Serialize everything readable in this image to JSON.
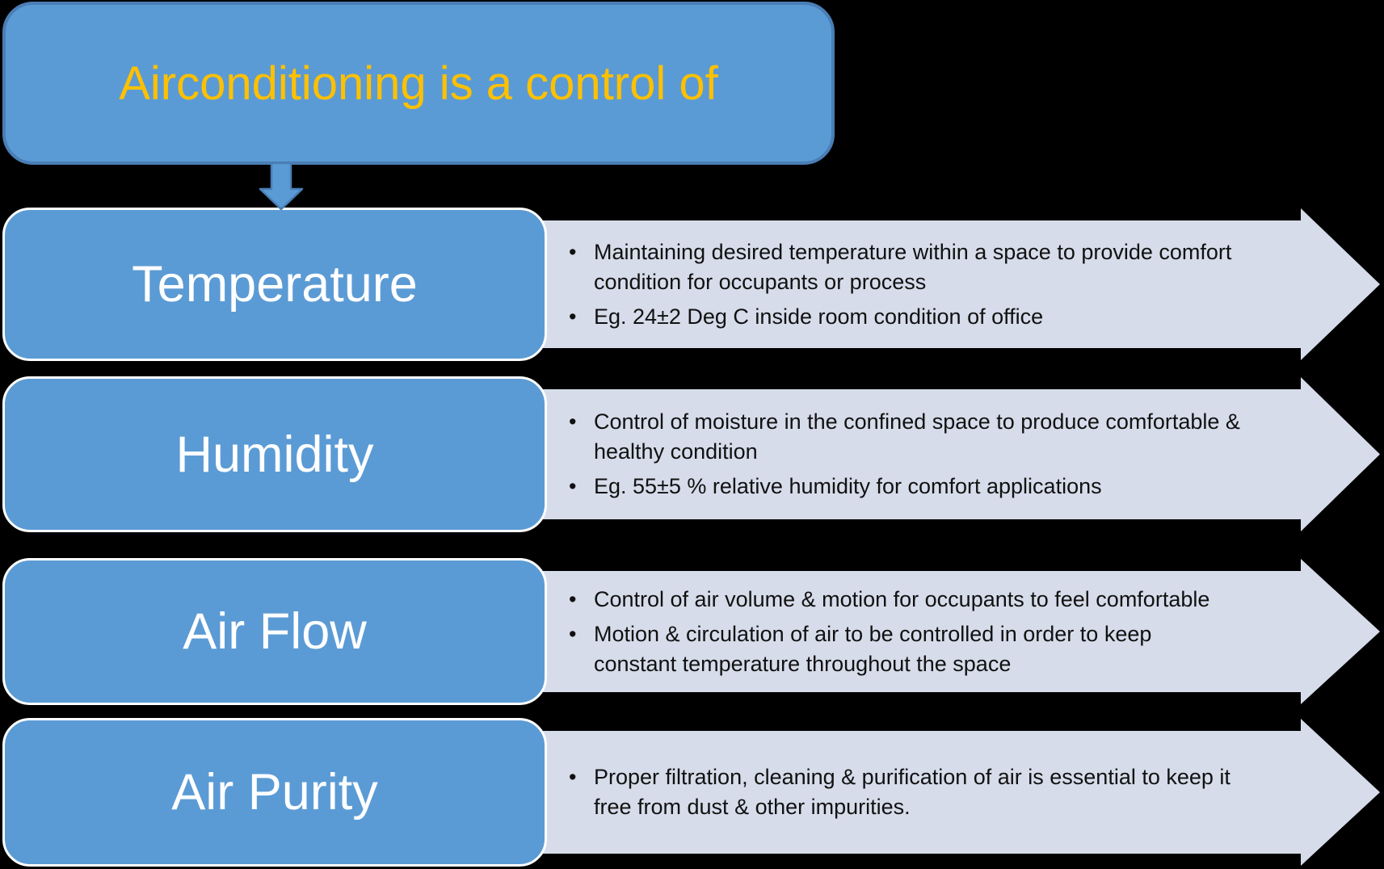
{
  "title": "Airconditioning is a control of",
  "colors": {
    "background": "#000000",
    "box_blue": "#5B9BD5",
    "box_border_dark": "#4A7EB5",
    "box_border_light": "#FFFFFF",
    "arrow_fill": "#D6DCEA",
    "title_text": "#FFC000",
    "heading_text": "#FFFFFF",
    "bullet_text": "#111111"
  },
  "icons": {
    "down_arrow": "down-arrow-icon",
    "right_arrow": "right-arrow-callout"
  },
  "rows": [
    {
      "heading": "Temperature",
      "bullets": [
        "Maintaining desired temperature within a space to provide comfort\ncondition for occupants or process",
        "Eg. 24±2 Deg C inside room condition of office"
      ]
    },
    {
      "heading": "Humidity",
      "bullets": [
        "Control of moisture in the confined space to produce comfortable &\nhealthy condition",
        "Eg. 55±5 % relative humidity for comfort applications"
      ]
    },
    {
      "heading": "Air Flow",
      "bullets": [
        "Control of air volume & motion for occupants to feel comfortable",
        "Motion & circulation of air to be controlled in order to keep\nconstant temperature throughout the space"
      ]
    },
    {
      "heading": "Air Purity",
      "bullets": [
        "Proper filtration, cleaning & purification of air is essential to keep it\nfree from dust & other impurities."
      ]
    }
  ]
}
